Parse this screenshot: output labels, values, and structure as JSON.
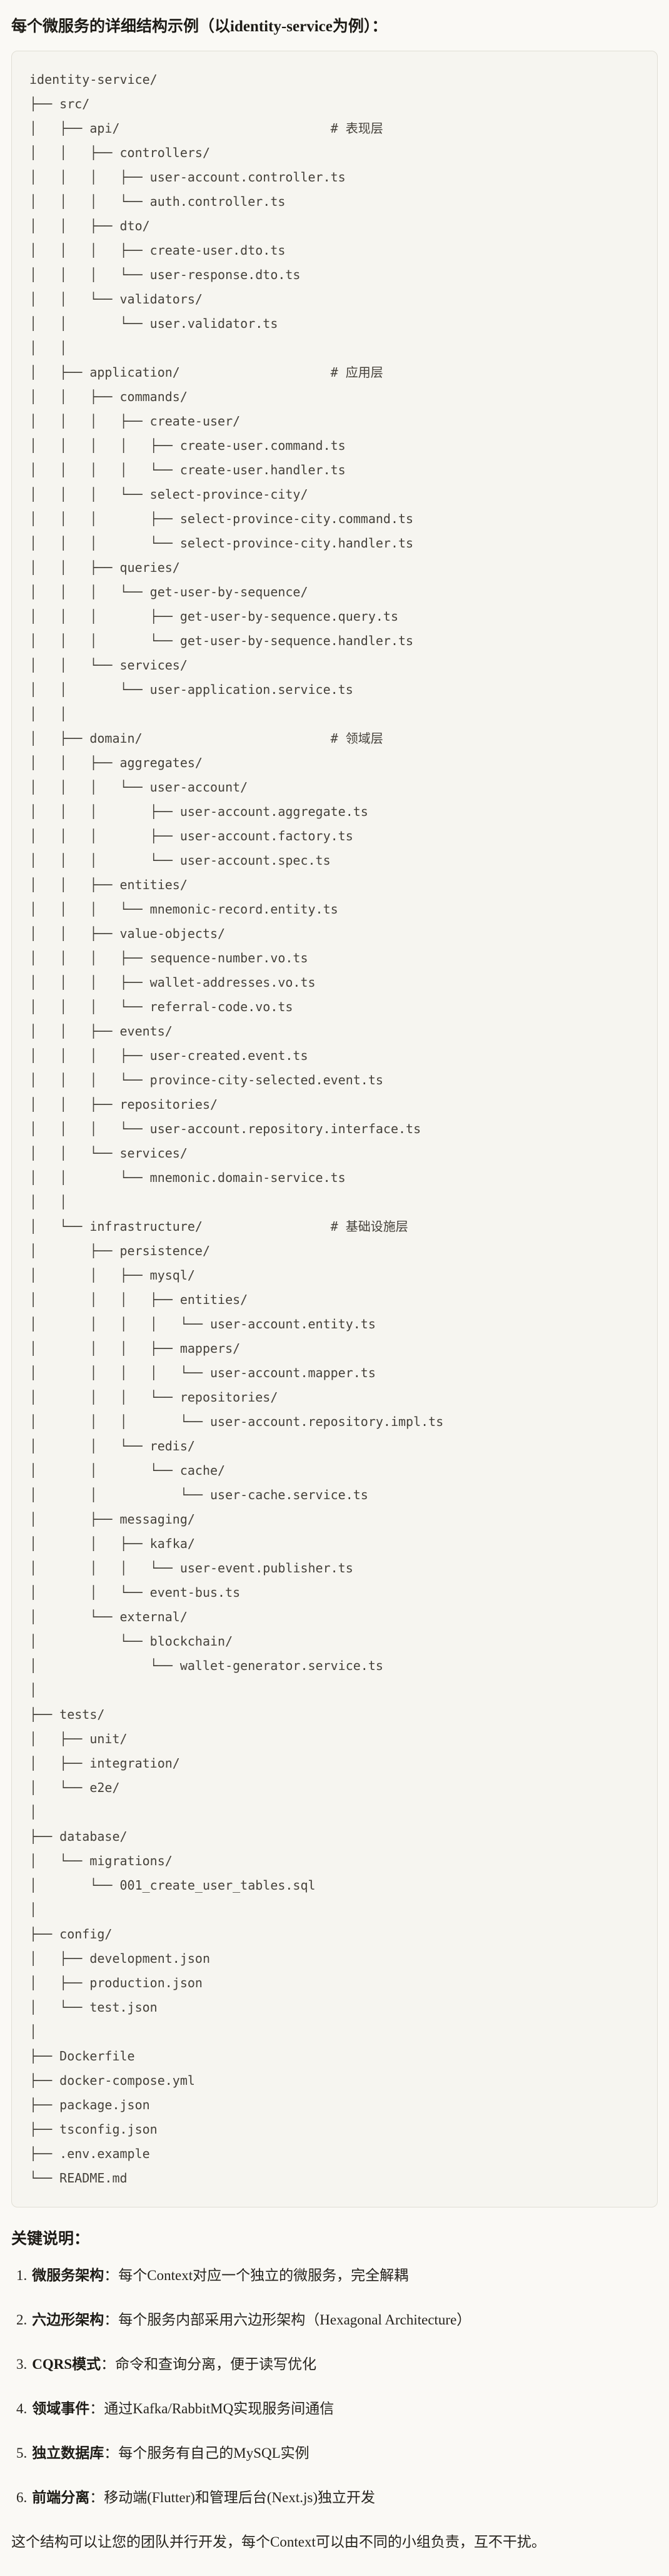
{
  "page": {
    "title": "每个微服务的详细结构示例（以identity-service为例）："
  },
  "tree": {
    "lines": [
      "identity-service/",
      "├── src/",
      "│   ├── api/                            # 表现层",
      "│   │   ├── controllers/",
      "│   │   │   ├── user-account.controller.ts",
      "│   │   │   └── auth.controller.ts",
      "│   │   ├── dto/",
      "│   │   │   ├── create-user.dto.ts",
      "│   │   │   └── user-response.dto.ts",
      "│   │   └── validators/",
      "│   │       └── user.validator.ts",
      "│   │",
      "│   ├── application/                    # 应用层",
      "│   │   ├── commands/",
      "│   │   │   ├── create-user/",
      "│   │   │   │   ├── create-user.command.ts",
      "│   │   │   │   └── create-user.handler.ts",
      "│   │   │   └── select-province-city/",
      "│   │   │       ├── select-province-city.command.ts",
      "│   │   │       └── select-province-city.handler.ts",
      "│   │   ├── queries/",
      "│   │   │   └── get-user-by-sequence/",
      "│   │   │       ├── get-user-by-sequence.query.ts",
      "│   │   │       └── get-user-by-sequence.handler.ts",
      "│   │   └── services/",
      "│   │       └── user-application.service.ts",
      "│   │",
      "│   ├── domain/                         # 领域层",
      "│   │   ├── aggregates/",
      "│   │   │   └── user-account/",
      "│   │   │       ├── user-account.aggregate.ts",
      "│   │   │       ├── user-account.factory.ts",
      "│   │   │       └── user-account.spec.ts",
      "│   │   ├── entities/",
      "│   │   │   └── mnemonic-record.entity.ts",
      "│   │   ├── value-objects/",
      "│   │   │   ├── sequence-number.vo.ts",
      "│   │   │   ├── wallet-addresses.vo.ts",
      "│   │   │   └── referral-code.vo.ts",
      "│   │   ├── events/",
      "│   │   │   ├── user-created.event.ts",
      "│   │   │   └── province-city-selected.event.ts",
      "│   │   ├── repositories/",
      "│   │   │   └── user-account.repository.interface.ts",
      "│   │   └── services/",
      "│   │       └── mnemonic.domain-service.ts",
      "│   │",
      "│   └── infrastructure/                 # 基础设施层",
      "│       ├── persistence/",
      "│       │   ├── mysql/",
      "│       │   │   ├── entities/",
      "│       │   │   │   └── user-account.entity.ts",
      "│       │   │   ├── mappers/",
      "│       │   │   │   └── user-account.mapper.ts",
      "│       │   │   └── repositories/",
      "│       │   │       └── user-account.repository.impl.ts",
      "│       │   └── redis/",
      "│       │       └── cache/",
      "│       │           └── user-cache.service.ts",
      "│       ├── messaging/",
      "│       │   ├── kafka/",
      "│       │   │   └── user-event.publisher.ts",
      "│       │   └── event-bus.ts",
      "│       └── external/",
      "│           └── blockchain/",
      "│               └── wallet-generator.service.ts",
      "│",
      "├── tests/",
      "│   ├── unit/",
      "│   ├── integration/",
      "│   └── e2e/",
      "│",
      "├── database/",
      "│   └── migrations/",
      "│       └── 001_create_user_tables.sql",
      "│",
      "├── config/",
      "│   ├── development.json",
      "│   ├── production.json",
      "│   └── test.json",
      "│",
      "├── Dockerfile",
      "├── docker-compose.yml",
      "├── package.json",
      "├── tsconfig.json",
      "├── .env.example",
      "└── README.md"
    ]
  },
  "notes": {
    "heading": "关键说明：",
    "items": [
      {
        "num": "1.",
        "term": "微服务架构",
        "desc": "：每个Context对应一个独立的微服务，完全解耦"
      },
      {
        "num": "2.",
        "term": "六边形架构",
        "desc": "：每个服务内部采用六边形架构（Hexagonal Architecture）"
      },
      {
        "num": "3.",
        "term": "CQRS模式",
        "desc": "：命令和查询分离，便于读写优化"
      },
      {
        "num": "4.",
        "term": "领域事件",
        "desc": "：通过Kafka/RabbitMQ实现服务间通信"
      },
      {
        "num": "5.",
        "term": "独立数据库",
        "desc": "：每个服务有自己的MySQL实例"
      },
      {
        "num": "6.",
        "term": "前端分离",
        "desc": "：移动端(Flutter)和管理后台(Next.js)独立开发"
      }
    ],
    "closing": "这个结构可以让您的团队并行开发，每个Context可以由不同的小组负责，互不干扰。"
  }
}
